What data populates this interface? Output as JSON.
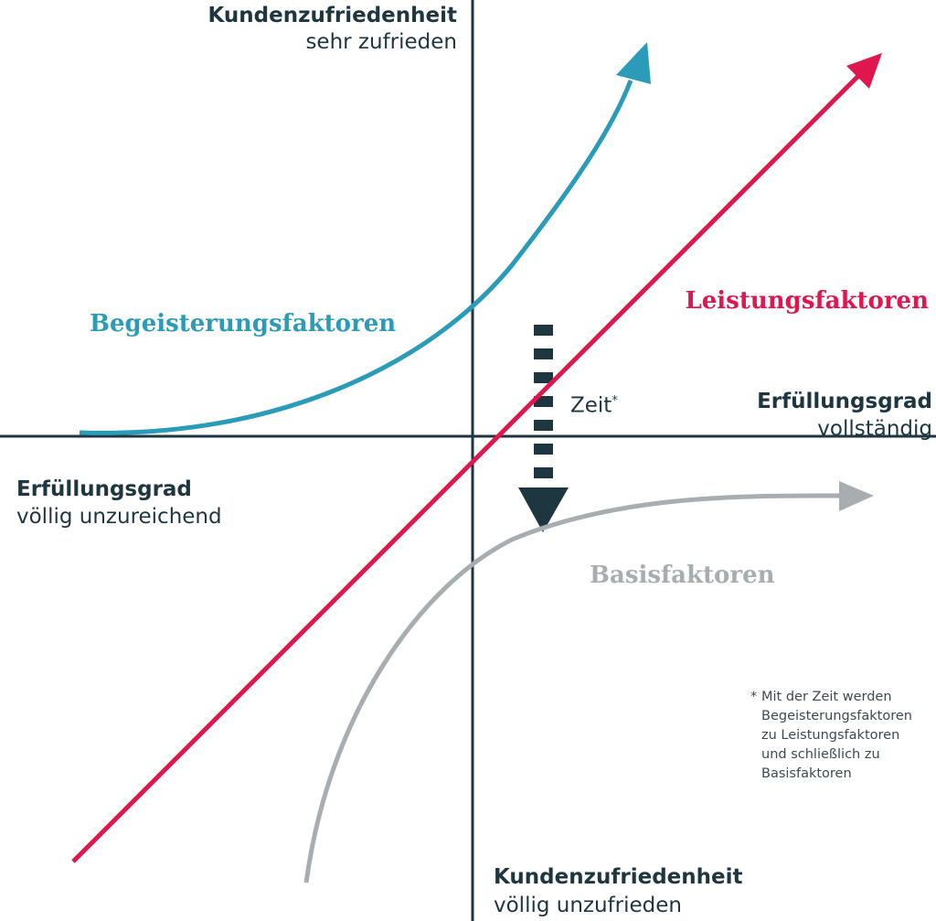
{
  "axes": {
    "y_top": {
      "title": "Kundenzufriedenheit",
      "sub": "sehr zufrieden"
    },
    "y_bottom": {
      "title": "Kundenzufriedenheit",
      "sub": "völlig unzufrieden"
    },
    "x_left": {
      "title": "Erfüllungsgrad",
      "sub": "völlig unzureichend"
    },
    "x_right": {
      "title": "Erfüllungsgrad",
      "sub": "vollständig"
    }
  },
  "curves": {
    "excitement": {
      "label": "Begeisterungsfaktoren",
      "color": "#2a9bb8"
    },
    "performance": {
      "label": "Leistungsfaktoren",
      "color": "#e0174f"
    },
    "basic": {
      "label": "Basisfaktoren",
      "color": "#a7adb0"
    }
  },
  "time_arrow": {
    "label": "Zeit",
    "mark": "*",
    "color": "#1d3640"
  },
  "footnote": {
    "mark": "*",
    "lines": [
      "Mit der Zeit werden",
      "Begeisterungsfaktoren",
      "zu Leistungsfaktoren",
      "und schließlich zu",
      "Basisfaktoren"
    ]
  }
}
